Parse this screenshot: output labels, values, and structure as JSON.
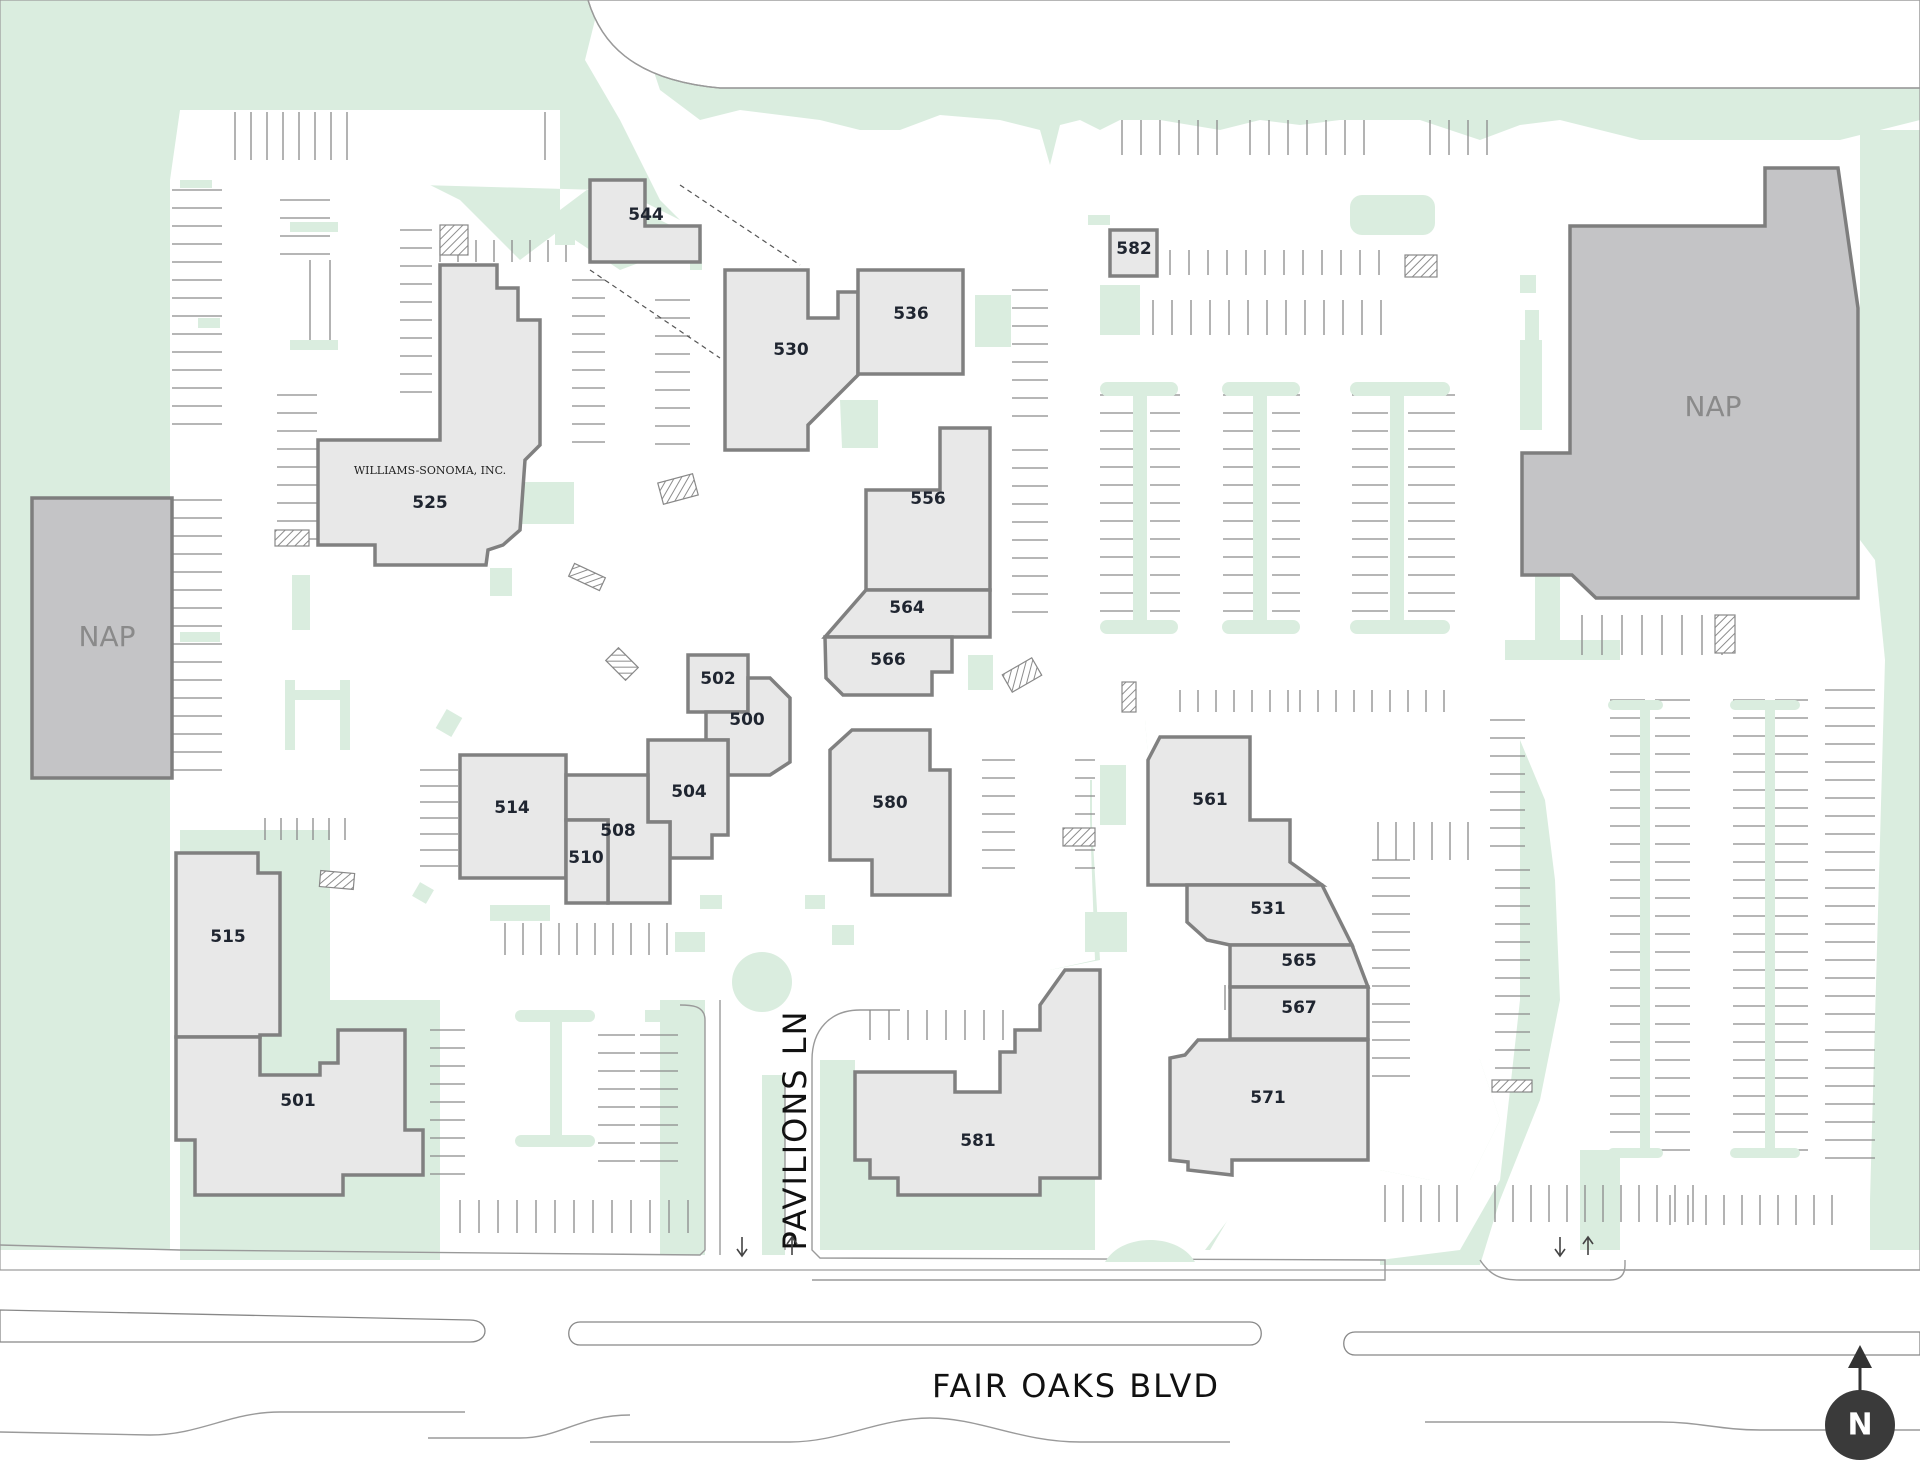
{
  "colors": {
    "landscape": "#daeddf",
    "building_fill": "#e8e8e8",
    "building_stroke": "#808080",
    "nap_fill": "#c4c4c6",
    "north_badge": "#3a3a3a"
  },
  "buildings": {
    "b544": "544",
    "b530": "530",
    "b536": "536",
    "b582": "582",
    "b525": "525",
    "b556": "556",
    "b564": "564",
    "b566": "566",
    "b502": "502",
    "b500": "500",
    "b504": "504",
    "b514": "514",
    "b508": "508",
    "b510": "510",
    "b580": "580",
    "b561": "561",
    "b531": "531",
    "b565": "565",
    "b567": "567",
    "b571": "571",
    "b515": "515",
    "b501": "501",
    "b581": "581"
  },
  "tenant_525": "WILLIAMS-SONOMA, INC.",
  "nap_west": "NAP",
  "nap_east": "NAP",
  "streets": {
    "pavilions": "PAVILIONS  LN",
    "fair_oaks": "FAIR  OAKS  BLVD"
  },
  "north_label": "N",
  "icons": [
    "accessible-parking-icon",
    "north-arrow-icon",
    "traffic-arrow-icon"
  ]
}
